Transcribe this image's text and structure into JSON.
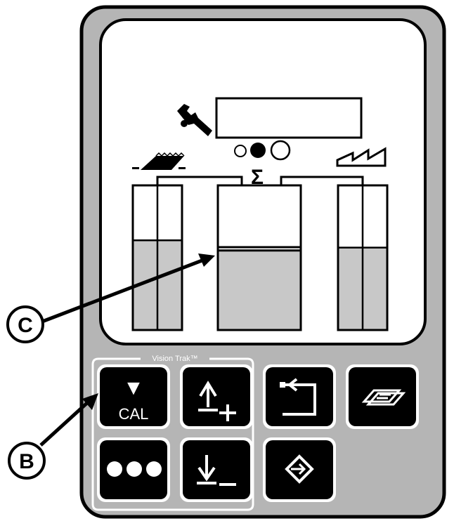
{
  "panel": {
    "brand_label": "Vision Trak™",
    "monitor_bg_color": "#ffffff",
    "panel_color": "#b5b5b5",
    "bar_fill_color": "#c8c8c8",
    "key_color": "#000000"
  },
  "display": {
    "wrench_icon": "wrench-icon",
    "indicators": [
      "small-hollow-circle",
      "filled-circle",
      "large-hollow-circle"
    ],
    "sigma_symbol": "Σ",
    "left_bar_icon": "ground-speed-icon",
    "right_bar_icon": "sawtooth-icon",
    "left_bar_level": 0.62,
    "center_bar_level": 0.55,
    "right_bar_level": 0.57
  },
  "buttons": {
    "cal": {
      "symbol": "▼",
      "label": "CAL"
    },
    "up_plus": {
      "icon": "arrow-up-plus-icon"
    },
    "return": {
      "icon": "return-arrow-icon"
    },
    "book": {
      "icon": "book-icon"
    },
    "dots": {
      "icon": "three-dots-icon"
    },
    "down_minus": {
      "icon": "arrow-down-minus-icon"
    },
    "enter": {
      "icon": "diamond-enter-icon"
    }
  },
  "callouts": {
    "b": "B",
    "c": "C"
  }
}
